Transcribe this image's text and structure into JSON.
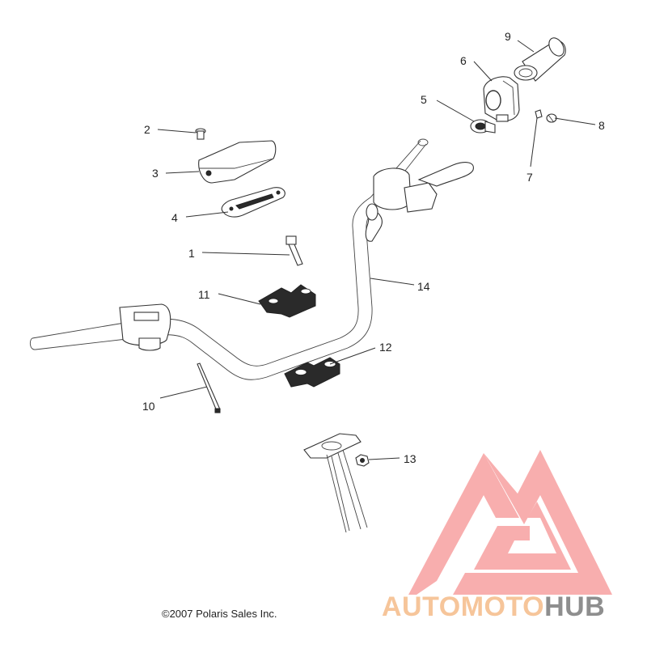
{
  "diagram": {
    "callouts": [
      {
        "id": "1",
        "label": "1"
      },
      {
        "id": "2",
        "label": "2"
      },
      {
        "id": "3",
        "label": "3"
      },
      {
        "id": "4",
        "label": "4"
      },
      {
        "id": "5",
        "label": "5"
      },
      {
        "id": "6",
        "label": "6"
      },
      {
        "id": "7",
        "label": "7"
      },
      {
        "id": "8",
        "label": "8"
      },
      {
        "id": "9",
        "label": "9"
      },
      {
        "id": "10",
        "label": "10"
      },
      {
        "id": "11",
        "label": "11"
      },
      {
        "id": "12",
        "label": "12"
      },
      {
        "id": "13",
        "label": "13"
      },
      {
        "id": "14",
        "label": "14"
      }
    ],
    "copyright": "©2007 Polaris Sales Inc."
  },
  "watermark": {
    "word_part1": "AUTOMOTO",
    "word_part2": "HUB",
    "color_primary": "#f4a6a6",
    "color_accent": "#f6c59a",
    "color_gray": "#8e8e8e"
  }
}
